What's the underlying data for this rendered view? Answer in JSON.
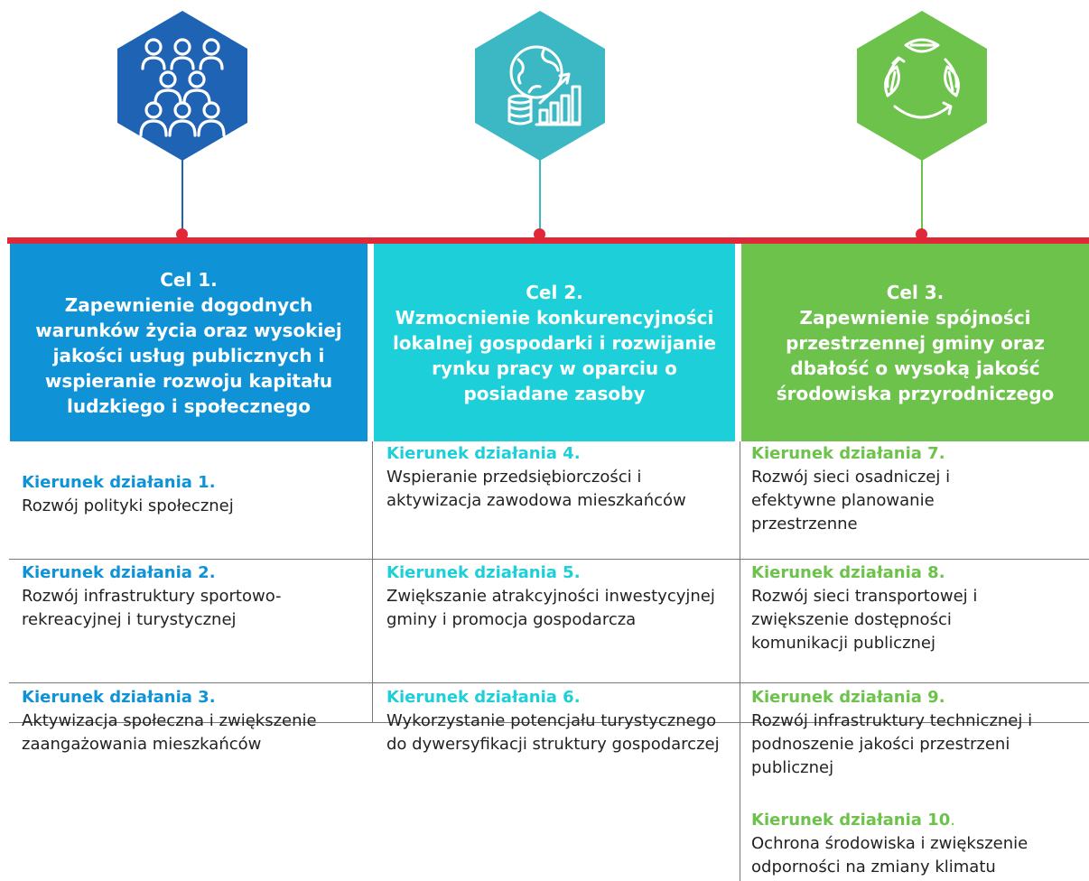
{
  "colors": {
    "blue": "#0f93d6",
    "teal": "#1ccfd8",
    "green": "#6cc24a",
    "icon_blue": "#1e63b4",
    "icon_teal": "#3bb8c4",
    "icon_green": "#6cc24a",
    "red": "#e02838"
  },
  "icons": [
    "people-group-icon",
    "globe-coins-growth-icon",
    "recycle-leaves-icon"
  ],
  "goals": [
    {
      "number": "Cel 1.",
      "title": "Zapewnienie dogodnych warunków życia oraz wysokiej jakości usług publicznych i wspieranie rozwoju kapitału ludzkiego i społecznego",
      "directions": [
        {
          "title": "Kierunek działania 1.",
          "text": "Rozwój polityki społecznej"
        },
        {
          "title": "Kierunek działania 2.",
          "text": "Rozwój infrastruktury sportowo-rekreacyjnej i turystycznej"
        },
        {
          "title": "Kierunek działania 3.",
          "text": "Aktywizacja społeczna i zwiększenie zaangażowania mieszkańców"
        }
      ]
    },
    {
      "number": "Cel 2.",
      "title": "Wzmocnienie konkurencyjności lokalnej gospodarki i rozwijanie rynku pracy w oparciu o posiadane zasoby",
      "directions": [
        {
          "title": "Kierunek działania 4.",
          "text": "Wspieranie przedsiębiorczości i aktywizacja zawodowa mieszkańców"
        },
        {
          "title": "Kierunek działania 5.",
          "text": "Zwiększanie atrakcyjności inwestycyjnej gminy i promocja gospodarcza"
        },
        {
          "title": "Kierunek działania 6.",
          "text": "Wykorzystanie potencjału turystycznego do dywersyfikacji struktury gospodarczej"
        }
      ]
    },
    {
      "number": "Cel 3.",
      "title": "Zapewnienie spójności przestrzennej gminy oraz dbałość o wysoką jakość środowiska przyrodniczego",
      "directions": [
        {
          "title": "Kierunek działania 7.",
          "text": "Rozwój sieci osadniczej i efektywne planowanie przestrzenne"
        },
        {
          "title": "Kierunek działania 8.",
          "text": "Rozwój sieci transportowej i zwiększenie dostępności komunikacji publicznej"
        },
        {
          "title": "Kierunek działania 9.",
          "text": "Rozwój infrastruktury technicznej i podnoszenie jakości przestrzeni publicznej"
        },
        {
          "title": "Kierunek działania 10",
          "title_suffix": ".",
          "text": "Ochrona środowiska i zwiększenie odporności na zmiany klimatu"
        }
      ]
    }
  ]
}
